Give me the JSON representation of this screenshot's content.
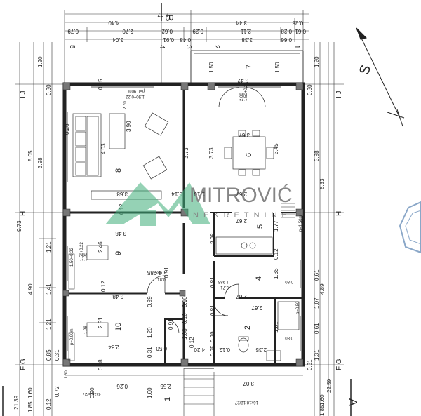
{
  "plan": {
    "north_label": "S",
    "section_label": "B",
    "section_label_bottom": "A",
    "watermark": {
      "brand": "MITROVIĆ",
      "sub": "NEKRETNINE"
    },
    "grid_labels": {
      "top": [
        "5",
        "4",
        "3",
        "2",
        "1"
      ],
      "left": [
        "I J",
        "H",
        "F G"
      ],
      "right": [
        "I J",
        "H",
        "F G"
      ]
    },
    "rooms": [
      {
        "id": "8",
        "label": "8"
      },
      {
        "id": "7",
        "label": "7"
      },
      {
        "id": "6",
        "label": "6"
      },
      {
        "id": "5",
        "label": "5"
      },
      {
        "id": "4",
        "label": "4"
      },
      {
        "id": "9",
        "label": "9"
      },
      {
        "id": "10",
        "label": "10"
      },
      {
        "id": "2",
        "label": "2"
      },
      {
        "id": "1",
        "label": "1"
      }
    ],
    "top_dims": {
      "overall": "8.07",
      "row1": [
        "4.40",
        "3.44",
        "0.28"
      ],
      "row2": [
        "0.79",
        "2.70",
        "0.62",
        "0.29",
        "2.11",
        "0.28",
        "0.61"
      ],
      "row3": [
        "3.04",
        "0.48",
        "0.91",
        "3.38",
        "0.66"
      ]
    },
    "left_dims": {
      "outer": [
        "9.73",
        "21.39"
      ],
      "mid": [
        "5.05",
        "4.90",
        "1.60",
        "1.85"
      ],
      "inner": [
        "1.20",
        "3.98",
        "0.30",
        "1.21",
        "1.41",
        "1.21",
        "0.85",
        "0.31",
        "0.72",
        "0.12"
      ]
    },
    "right_dims": {
      "outer": [
        "22.59"
      ],
      "mid": [
        "6.33",
        "4.89",
        "1.60",
        "1.85"
      ],
      "inner": [
        "1.20",
        "0.30",
        "3.98",
        "0.61",
        "1.07",
        "0.61",
        "1.31",
        "0.31"
      ]
    },
    "interior_dims": [
      "0.25",
      "0.26",
      "3.90",
      "4.03",
      "3.68",
      "1.10",
      "0.14",
      "2.67",
      "3.42",
      "1.50",
      "1.50",
      "3.67",
      "3.73",
      "3.45",
      "3.73",
      "2.67",
      "1.77",
      "2.98",
      "0.12",
      "3.48",
      "2.46",
      "0.91",
      "0.12",
      "1.985",
      "0.81",
      "1.35",
      "2.67",
      "0.12",
      "0.81",
      "3.48",
      "2.51",
      "2.84",
      "0.99",
      "0.10",
      "2.67",
      "1.81",
      "2.35",
      "0.16",
      "0.91",
      "0.12",
      "0.79",
      "0.25",
      "4.20",
      "0.12",
      "0.28",
      "0.31",
      "0.50",
      "1.08",
      "1.20",
      "3.07",
      "2.55",
      "1.60",
      "0.26",
      "0.90"
    ],
    "small_notes": [
      "p=0.90m",
      "1.50+0.22",
      "2.70",
      "2.00",
      "1.50+0.22",
      "1.20",
      "1.50+0.22",
      "1.28",
      "p=0.90m",
      "0.81",
      "1.985",
      "0.71",
      "1.985",
      "0.80",
      "0.80",
      "p=0.50",
      "16x18.12/27",
      "4x15.5/27",
      "1.60",
      "p=1.50m",
      "1.50+0.22"
    ]
  }
}
